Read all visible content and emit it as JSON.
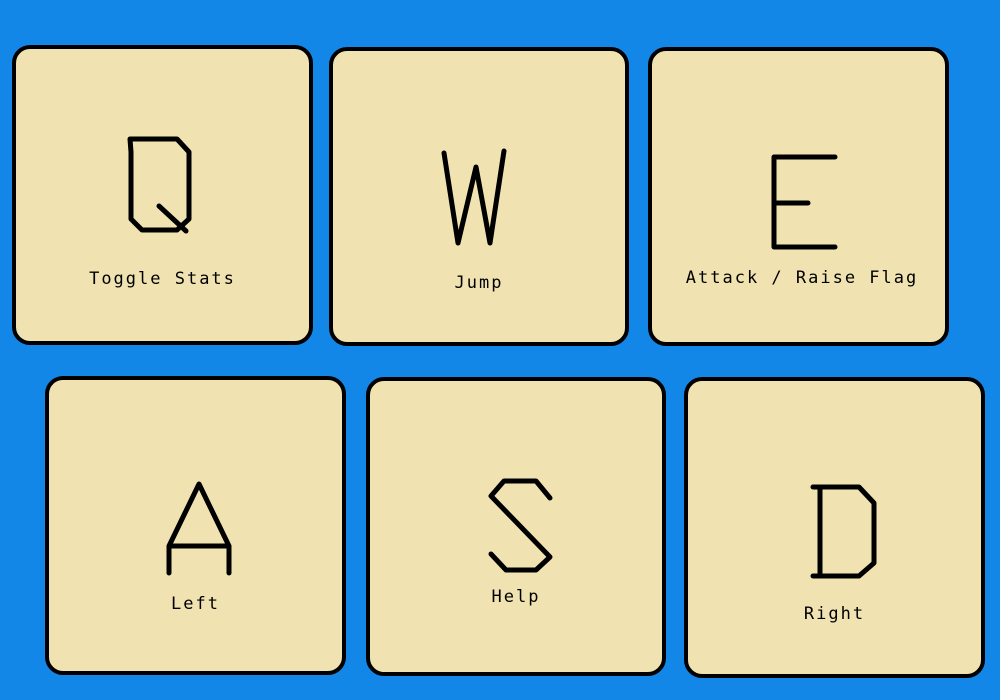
{
  "colors": {
    "background": "#1387E8",
    "key_fill": "#F0E3B1",
    "key_border": "#000000"
  },
  "keys": [
    {
      "key": "Q",
      "action": "Toggle Stats"
    },
    {
      "key": "W",
      "action": "Jump"
    },
    {
      "key": "E",
      "action": "Attack / Raise Flag"
    },
    {
      "key": "A",
      "action": "Left"
    },
    {
      "key": "S",
      "action": "Help"
    },
    {
      "key": "D",
      "action": "Right"
    }
  ]
}
